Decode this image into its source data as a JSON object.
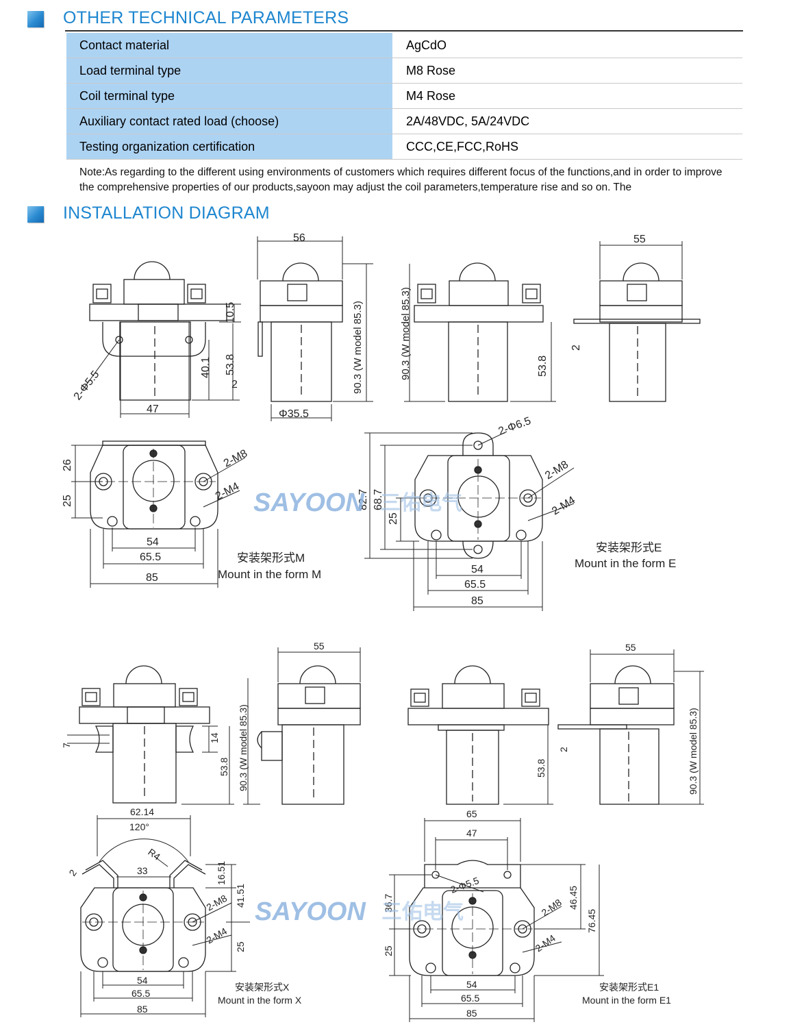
{
  "sections": {
    "params_title": "OTHER TECHNICAL PARAMETERS",
    "install_title": "INSTALLATION DIAGRAM"
  },
  "parameters": [
    {
      "label": "Contact material",
      "value": "AgCdO"
    },
    {
      "label": "Load terminal type",
      "value": "M8 Rose"
    },
    {
      "label": "Coil terminal type",
      "value": "M4 Rose"
    },
    {
      "label": "Auxiliary contact rated load (choose)",
      "value": "2A/48VDC, 5A/24VDC"
    },
    {
      "label": "Testing organization certification",
      "value": "CCC,CE,FCC,RoHS"
    }
  ],
  "note": "Note:As regarding to the different using environments of customers which requires  different focus of the functions,and in order to improve the comprehensive properties of our products,sayoon may adjust the coil parameters,temperature rise and so on.  The",
  "watermark": {
    "brand": "SAYOON",
    "cn": "三佑电气"
  },
  "colors": {
    "accent": "#1e86cf",
    "table_key_bg": "#add3f3",
    "watermark": "#8fb4e0"
  },
  "diagrams": {
    "top_row": {
      "d1": [
        "2-Φ5.5",
        "47",
        "40.1",
        "10.5",
        "53.8",
        "2"
      ],
      "d2": [
        "56",
        "Φ35.5",
        "90.3 (W model 85.3)"
      ],
      "d3": [
        "90.3 (W model 85.3)",
        "53.8"
      ],
      "d4": [
        "55",
        "2"
      ]
    },
    "mount_m": {
      "dims": [
        "26",
        "25",
        "2-M8",
        "2-M4",
        "54",
        "65.5",
        "85"
      ],
      "caption_cn": "安装架形式M",
      "caption_en": "Mount in the form M"
    },
    "mount_e": {
      "dims": [
        "2-Φ6.5",
        "82.7",
        "68.7",
        "25",
        "2-M8",
        "2-M4",
        "54",
        "65.5",
        "85"
      ],
      "caption_cn": "安装架形式E",
      "caption_en": "Mount in the form E"
    },
    "bottom_left": {
      "dims": [
        "7",
        "14",
        "53.8",
        "90.3 (W model 85.3)",
        "55"
      ]
    },
    "bottom_right": {
      "dims": [
        "2",
        "53.8",
        "55",
        "90.3 (W model 85.3)"
      ]
    },
    "mount_x": {
      "dims": [
        "62.14",
        "120°",
        "R4",
        "2",
        "33",
        "16.51",
        "41.51",
        "2-M8",
        "2-M4",
        "25",
        "54",
        "65.5",
        "85"
      ],
      "caption_cn": "安装架形式X",
      "caption_en": "Mount in the form X"
    },
    "mount_e1": {
      "dims": [
        "65",
        "47",
        "2-Φ5.5",
        "36.7",
        "2-M8",
        "46.45",
        "76.45",
        "2-M4",
        "25",
        "54",
        "65.5",
        "85"
      ],
      "caption_cn": "安装架形式E1",
      "caption_en": "Mount in the form E1"
    }
  }
}
